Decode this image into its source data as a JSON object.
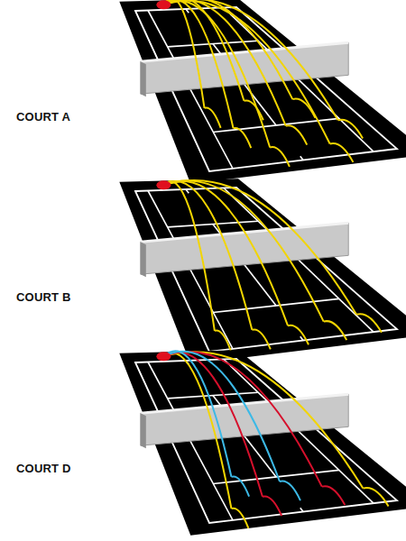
{
  "diagram": {
    "labels": [
      "COURT A",
      "COURT B",
      "COURT D"
    ]
  }
}
